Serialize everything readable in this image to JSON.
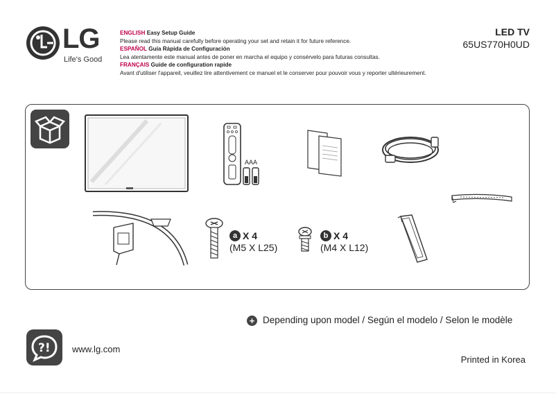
{
  "brand": {
    "logo_letters": "LG",
    "tagline": "Life's Good"
  },
  "intro": {
    "english": {
      "lang": "ENGLISH",
      "title": "Easy Setup Guide",
      "text": "Please read this manual carefully before operating your set and retain it for future reference."
    },
    "spanish": {
      "lang": "ESPAÑOL",
      "title": "Guía Rápida de Configuración",
      "text": "Lea atentamente este manual antes de poner en marcha el equipo y consérvelo para futuras consultas."
    },
    "french": {
      "lang": "FRANÇAIS",
      "title": "Guide de configuration rapide",
      "text": "Avant d'utiliser l'appareil, veuillez lire attentivement ce manuel et le conserver pour pouvoir vous y reporter ultérieurement."
    }
  },
  "product": {
    "type": "LED TV",
    "model": "65US770H0UD"
  },
  "box_contents": {
    "battery_label": "AAA",
    "screw_a": {
      "letter": "a",
      "qty": "X 4",
      "size": "(M5 X L25)"
    },
    "screw_b": {
      "letter": "b",
      "qty": "X 4",
      "size": "(M4 X L12)"
    }
  },
  "footer": {
    "note": "Depending upon model / Según el modelo / Selon le modèle",
    "url": "www.lg.com",
    "printed": "Printed in Korea"
  },
  "colors": {
    "accent": "#c0004a",
    "dark": "#333333"
  }
}
